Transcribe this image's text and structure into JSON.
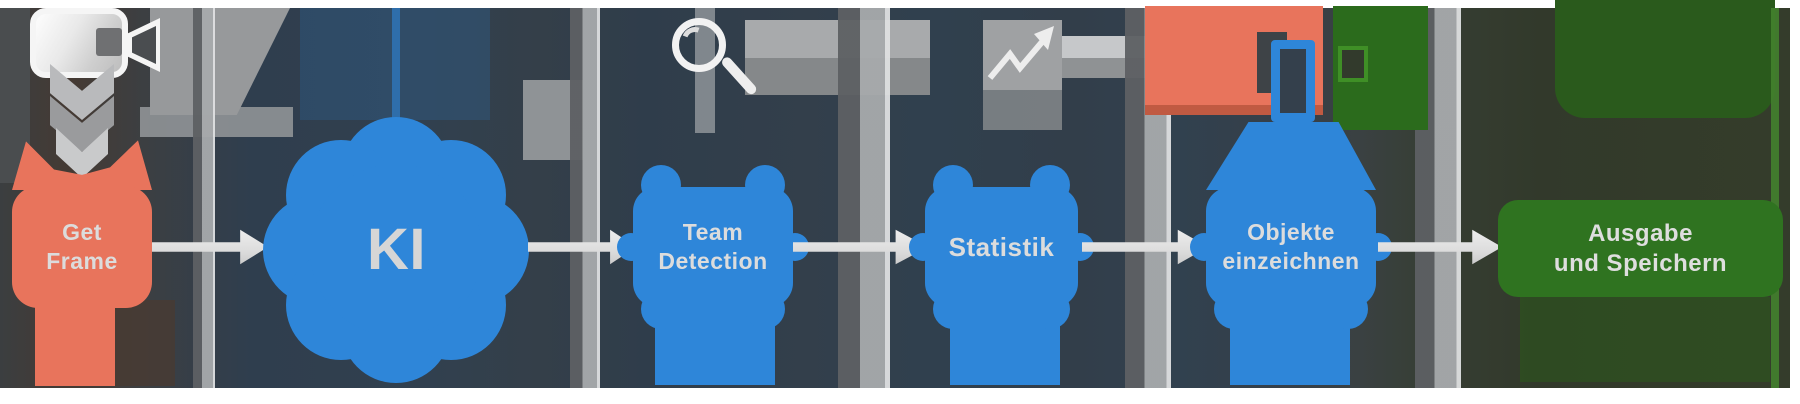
{
  "diagram": {
    "type": "flowchart-pipeline",
    "flow_direction": "left-to-right",
    "nodes": [
      {
        "id": "get-frame",
        "lines": [
          "Get",
          "Frame"
        ],
        "shape": "rounded-burst",
        "color": "#e8745c",
        "icon": "video-camera-icon"
      },
      {
        "id": "ki",
        "lines": [
          "KI"
        ],
        "shape": "cloud",
        "color": "#2e86d9",
        "icon": null
      },
      {
        "id": "team-detection",
        "lines": [
          "Team",
          "Detection"
        ],
        "shape": "rounded-burst",
        "color": "#2e86d9",
        "icon": "magnifier-icon"
      },
      {
        "id": "statistik",
        "lines": [
          "Statistik"
        ],
        "shape": "rounded-burst",
        "color": "#2e86d9",
        "icon": "line-chart-icon"
      },
      {
        "id": "objekte-einzeichnen",
        "lines": [
          "Objekte",
          "einzeichnen"
        ],
        "shape": "rounded-burst",
        "color": "#2e86d9",
        "icon": "bounding-boxes-icon"
      },
      {
        "id": "ausgabe-speichern",
        "lines": [
          "Ausgabe",
          "und Speichern"
        ],
        "shape": "rounded-rect",
        "color": "#2f7320",
        "icon": null
      }
    ],
    "connectors": {
      "count": 5,
      "style": "3d-ribbon-with-light-gray-arrow",
      "direction": "right"
    },
    "palette": {
      "salmon": "#e8745c",
      "blue": "#2e86d9",
      "green_box": "#2f7320",
      "dark_green_blob": "#2a5a1c",
      "arrow_light_gray": "#e4e4e4",
      "ribbon_gray": "#a7aaac",
      "label_text": "#dcdcdc",
      "haze_slate": "#31404f",
      "haze_olive": "#333b2a"
    }
  }
}
